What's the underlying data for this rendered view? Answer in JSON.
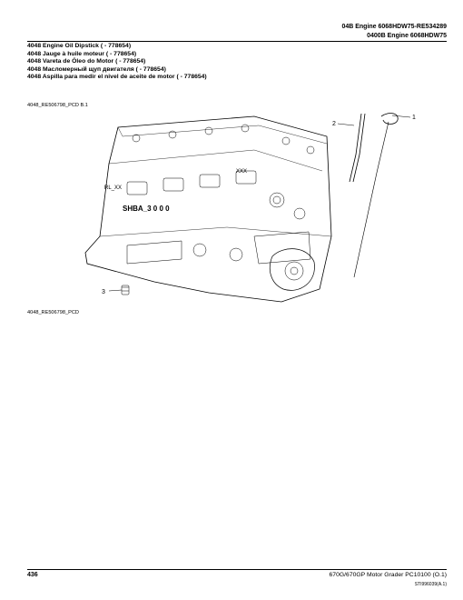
{
  "header": {
    "line1": "04B Engine 6068HDW75-RE534289",
    "line2": "0400B Engine 6068HDW75"
  },
  "titles": [
    "4048 Engine Oil Dipstick ( - 778654)",
    "4048 Jauge à huile moteur ( - 778654)",
    "4048 Vareta de Óleo do Motor ( - 778654)",
    "4048 Масломерный щуп двигателя ( - 778654)",
    "4048 Aspilla para medir el nivel de aceite de motor ( - 778654)"
  ],
  "illustration": {
    "ref_top": "4048_RE506798_PCD B.1",
    "ref_bottom": "4048_RE506798_PCD",
    "callouts": [
      "1",
      "2",
      "3"
    ],
    "block_text_1": "XXX",
    "block_text_2": "RL_XX",
    "block_text_3": "SHBA_3 0 0 0"
  },
  "footer": {
    "page_number": "436",
    "title": "670G/670GP Motor Grader    PC10100    (O.1)",
    "code": "STI996039(A.1)"
  }
}
